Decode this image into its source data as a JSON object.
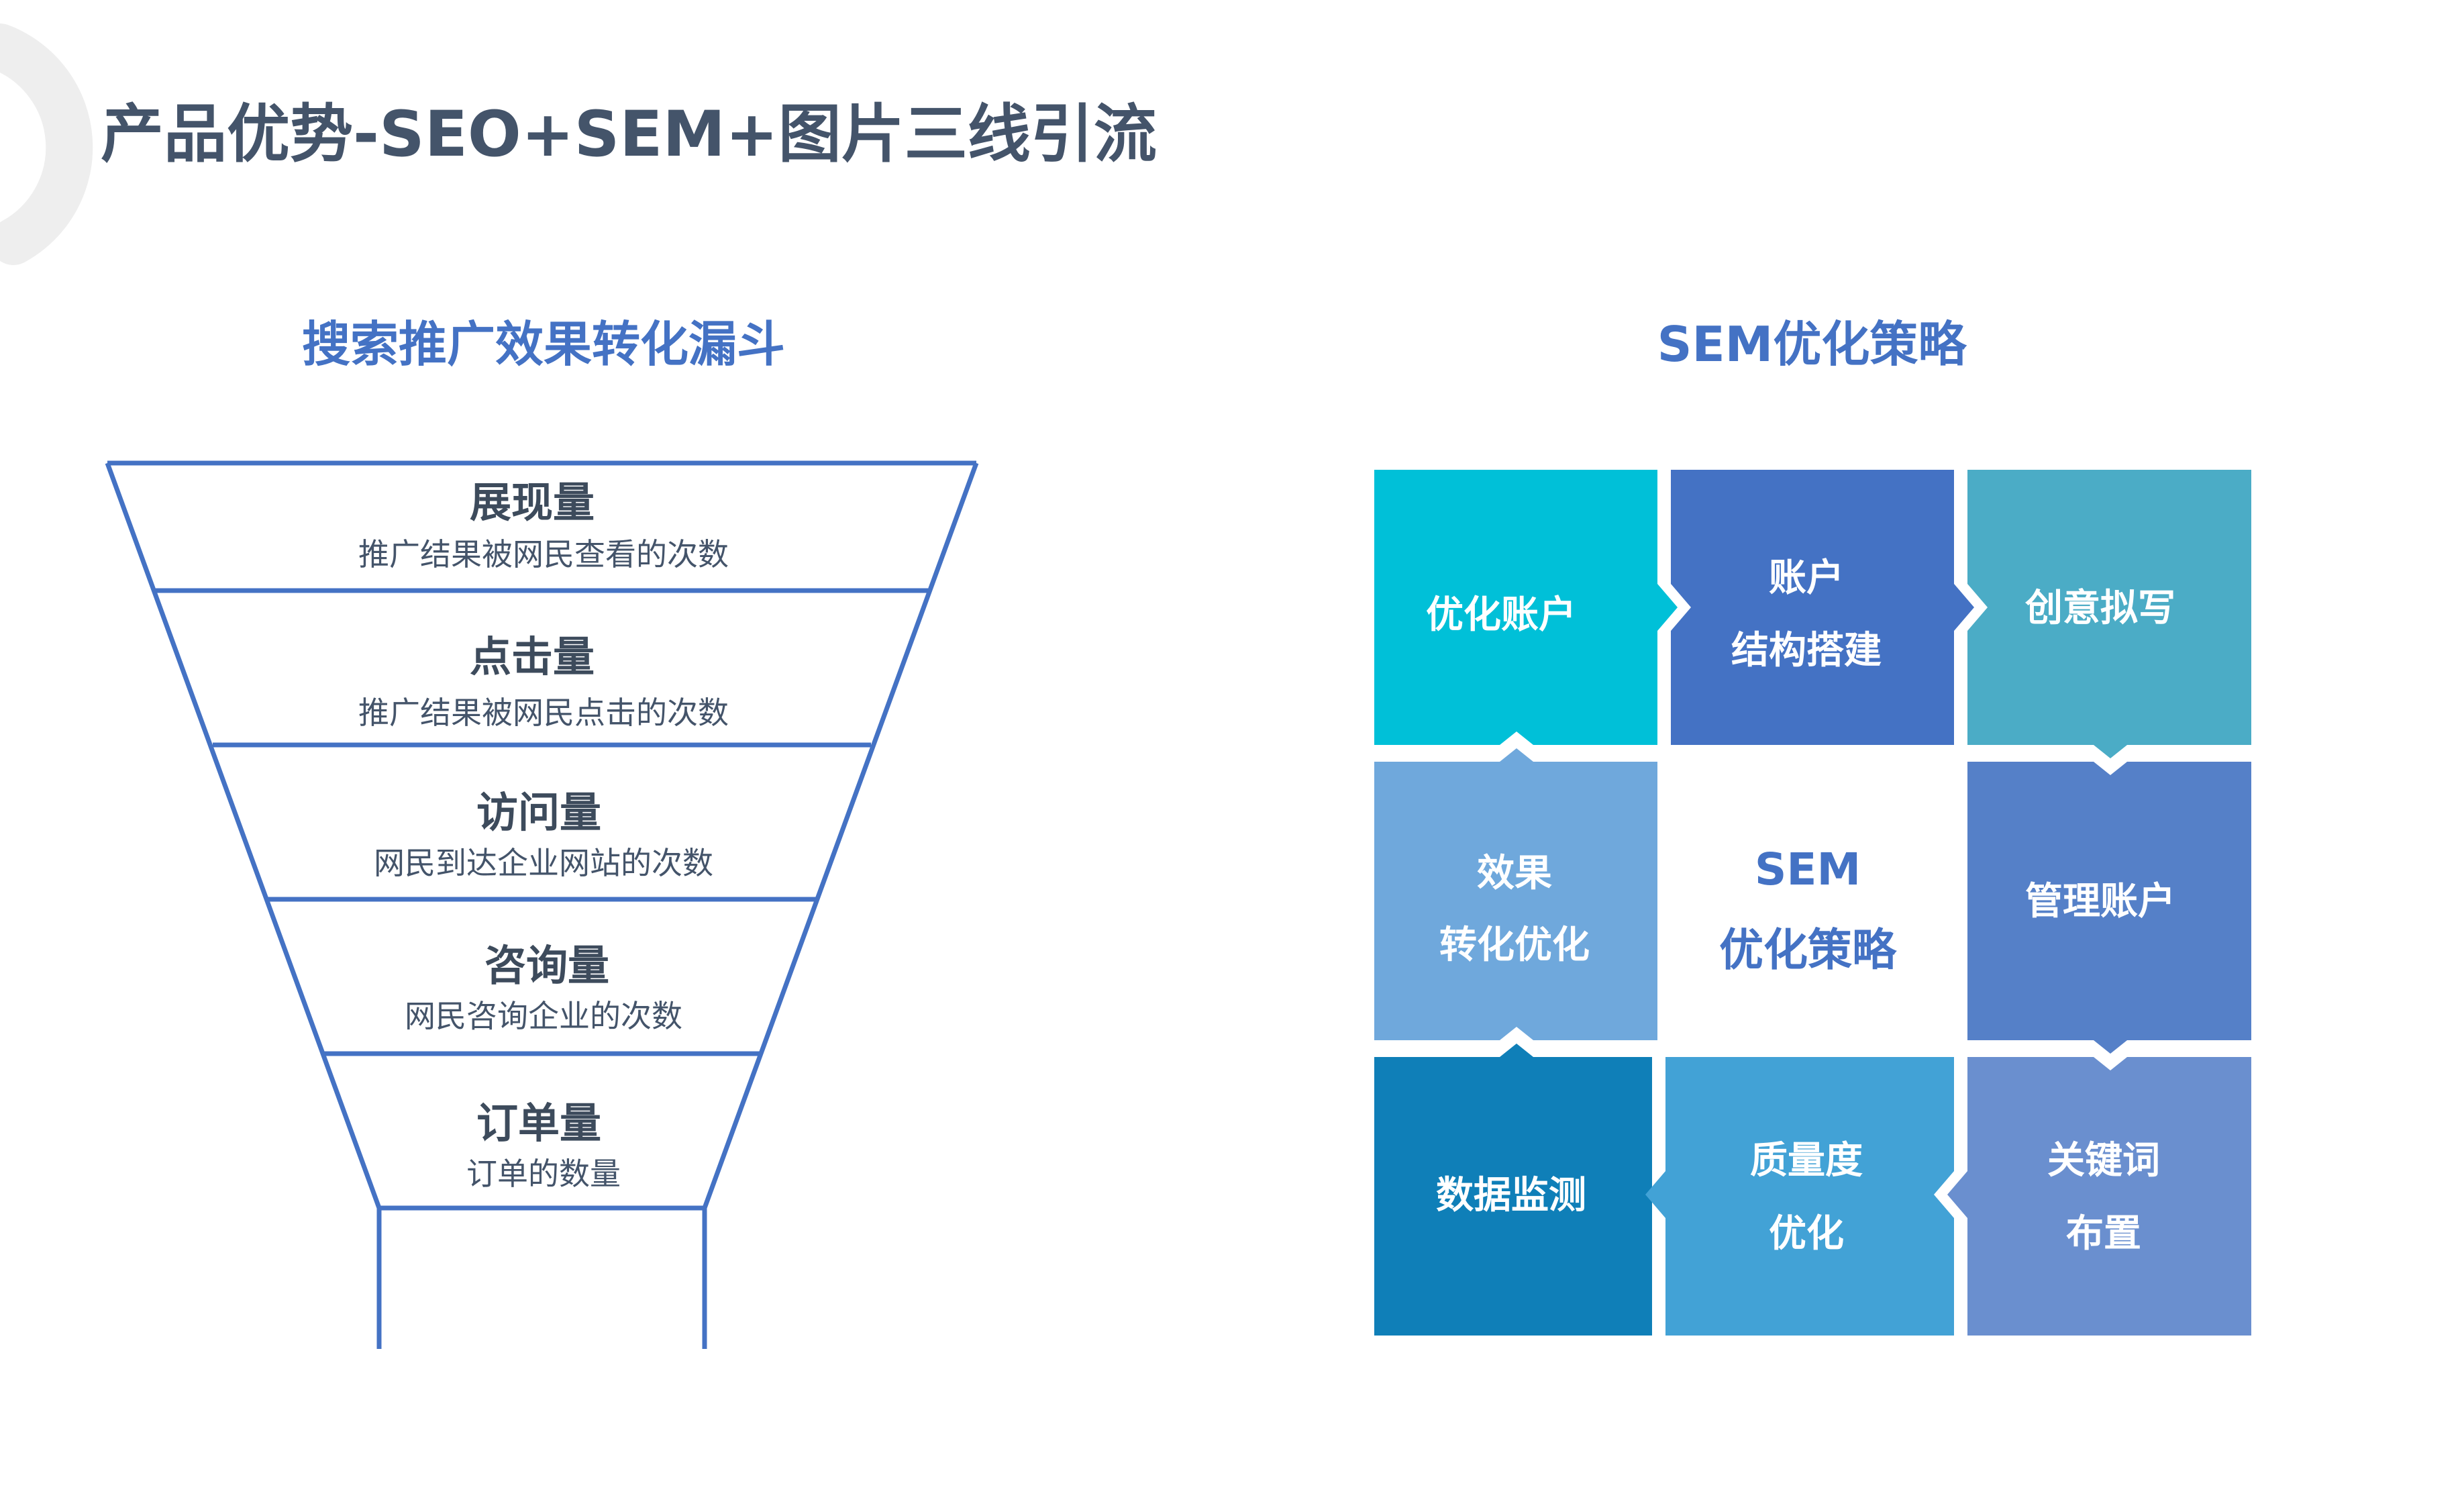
{
  "page": {
    "title": "产品优势-SEO+SEM+图片三线引流"
  },
  "funnel": {
    "title": "搜索推广效果转化漏斗",
    "stages": [
      {
        "name": "展现量",
        "desc": "推广结果被网民查看的次数"
      },
      {
        "name": "点击量",
        "desc": "推广结果被网民点击的次数"
      },
      {
        "name": "访问量",
        "desc": "网民到达企业网站的次数"
      },
      {
        "name": "咨询量",
        "desc": "网民咨询企业的次数"
      },
      {
        "name": "订单量",
        "desc": "订单的数量"
      }
    ]
  },
  "sem": {
    "title": "SEM优化策略",
    "center": {
      "line1": "SEM",
      "line2": "优化策略"
    },
    "tiles": {
      "optimize_account": {
        "lines": [
          "优化账户"
        ],
        "color": "#00c0d8"
      },
      "account_structure": {
        "lines": [
          "账户",
          "结构搭建"
        ],
        "color": "#4472c4"
      },
      "creative_writing": {
        "lines": [
          "创意拟写"
        ],
        "color": "#4bacc6"
      },
      "manage_account": {
        "lines": [
          "管理账户"
        ],
        "color": "#5580c8"
      },
      "keyword_layout": {
        "lines": [
          "关键词",
          "布置"
        ],
        "color": "#6a8fcf"
      },
      "quality_score": {
        "lines": [
          "质量度",
          "优化"
        ],
        "color": "#42a2d6"
      },
      "data_monitor": {
        "lines": [
          "数据监测"
        ],
        "color": "#0f7fb8"
      },
      "conversion": {
        "lines": [
          "效果",
          "转化优化"
        ],
        "color": "#6fa8dc"
      }
    }
  },
  "colors": {
    "title": "#44546a",
    "accent": "#4472c4",
    "funnel_line": "#4472c4",
    "decor_arc": "#eeeeee"
  }
}
